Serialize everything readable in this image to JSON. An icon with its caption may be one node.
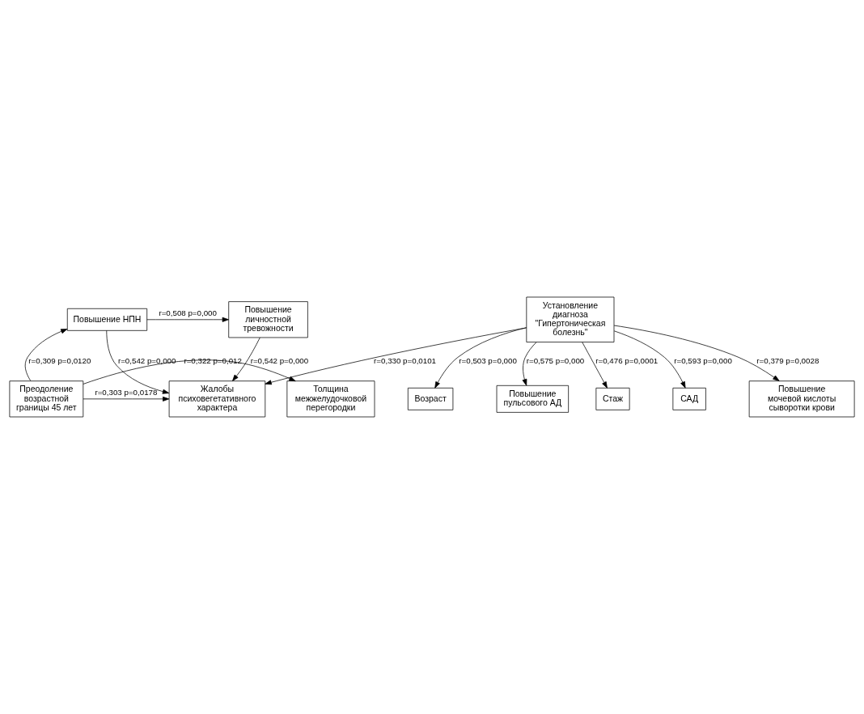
{
  "diagram": {
    "nodes": [
      {
        "text": [
          "Повышение НПН"
        ]
      },
      {
        "text": [
          "Повышение личностной тревожности"
        ]
      },
      {
        "text": [
          "Толщина межжелудочковой перегородки"
        ]
      },
      {
        "text": [
          "Преодоление возрастной границы 45 лет"
        ]
      },
      {
        "text": [
          "Жалобы психовегетативного характера"
        ]
      },
      {
        "text": [
          "Установление диагноза \"Гипертоническая болезнь\""
        ]
      },
      {
        "text": [
          "Возраст"
        ]
      },
      {
        "text": [
          "Повышение пульсового АД"
        ]
      },
      {
        "text": [
          "Стаж"
        ]
      },
      {
        "text": [
          "САД"
        ]
      },
      {
        "text": [
          "Повышение мочевой кислоты сыворотки крови"
        ]
      }
    ],
    "edges": [
      {
        "from": 0,
        "to": 1,
        "arrow": "to",
        "label": "r=0,508 p=0,000"
      },
      {
        "from": 3,
        "to": 0,
        "arrow": "to",
        "label": "r=0,309 p=0,0120"
      },
      {
        "from": 0,
        "to": 4,
        "arrow": "to",
        "label": "r=0,542 p=0,000"
      },
      {
        "from": 1,
        "to": 4,
        "arrow": "to",
        "label": "r=0,542 p=0,000"
      },
      {
        "from": 3,
        "to": 2,
        "arrow": "to",
        "label": "r=0,322 p=0,012"
      },
      {
        "from": 3,
        "to": 4,
        "arrow": "to",
        "label": "r=0,303 p=0,0178"
      },
      {
        "from": 5,
        "to": 4,
        "arrow": "to",
        "label": "r=0,330 p=0,0101"
      },
      {
        "from": 5,
        "to": 6,
        "arrow": "to",
        "label": "r=0,503 p=0,000"
      },
      {
        "from": 5,
        "to": 7,
        "arrow": "to",
        "label": "r=0,575 p=0,000"
      },
      {
        "from": 5,
        "to": 8,
        "arrow": "to",
        "label": "r=0,476 p=0,0001"
      },
      {
        "from": 5,
        "to": 9,
        "arrow": "to",
        "label": "r=0,593 p=0,000"
      },
      {
        "from": 5,
        "to": 10,
        "arrow": "to",
        "label": "r=0,379 p=0,0028"
      }
    ]
  }
}
